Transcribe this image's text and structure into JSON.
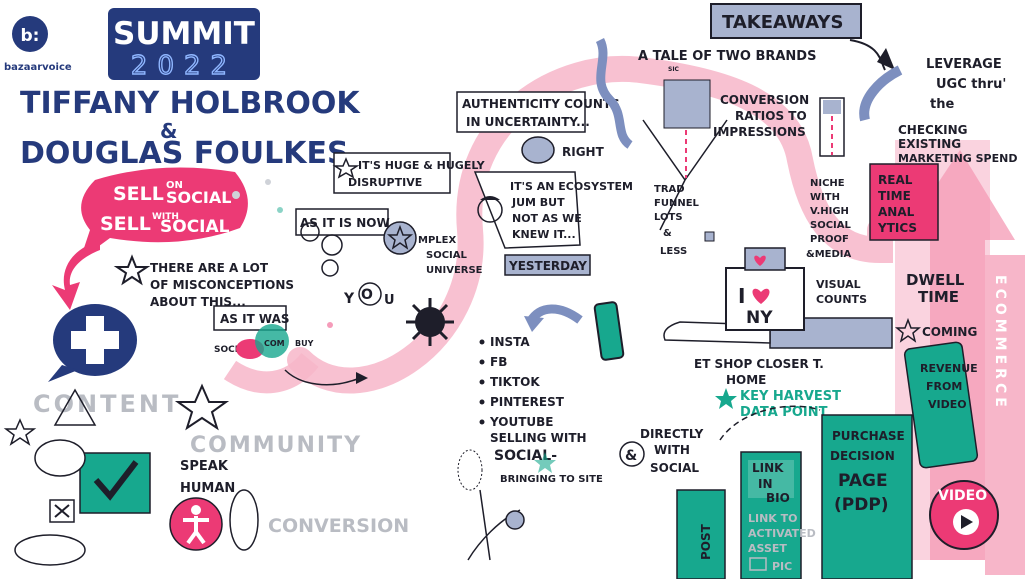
{
  "brand": {
    "logo_letter": "b:",
    "name": "bazaarvoice"
  },
  "badge": {
    "title": "SUMMIT",
    "year": "2022"
  },
  "speakers": {
    "first": "TIFFANY HOLBROOK",
    "amp": "&",
    "second": "DOUGLAS FOULKES"
  },
  "bubble": {
    "line1": "SELL",
    "on": "ON",
    "social1": "SOCIAL",
    "line2": "SELL",
    "with": "WITH",
    "social2": "SOCIAL"
  },
  "misconceptions": [
    "THERE ARE A LOT",
    "OF MISCONCEPTIONS",
    "ABOUT THIS..."
  ],
  "as_it_was": {
    "label": "AS IT WAS",
    "social": "SOCIAL",
    "com": "COM",
    "buy": "BUY"
  },
  "as_it_is": {
    "label": "AS IT IS NOW...",
    "complex": "MPLEX",
    "social": "SOCIAL",
    "universe": "UNIVERSE",
    "you": "Y",
    "o": "O",
    "u": "U"
  },
  "huge": [
    "IT'S HUGE & HUGELY",
    "DISRUPTIVE"
  ],
  "authenticity": [
    "AUTHENTICITY COUNTS",
    "IN UNCERTAINTY..."
  ],
  "right": "RIGHT",
  "ecosystem": [
    "IT'S AN ECOSYSTEM",
    "JUM BUT",
    "NOT AS WE",
    "KNEW IT..."
  ],
  "yesterday": "YESTERDAY",
  "tale": {
    "title": "A TALE OF TWO BRANDS",
    "sic": "SIC"
  },
  "conversion": [
    "CONVERSION",
    "RATIOS TO",
    "IMPRESSIONS"
  ],
  "trad": [
    "TRAD",
    "FUNNEL",
    "LOTS",
    "&",
    "LESS"
  ],
  "niche": [
    "NICHE",
    "WITH",
    "V.HIGH",
    "SOCIAL",
    "PROOF",
    "&MEDIA"
  ],
  "visual": [
    "VISUAL",
    "COUNTS"
  ],
  "ny": {
    "i": "I",
    "ny": "NY"
  },
  "platforms": [
    "INSTA",
    "FB",
    "TIKTOK",
    "PINTEREST",
    "YOUTUBE"
  ],
  "shop": [
    "ET SHOP CLOSER T.",
    "HOME"
  ],
  "key_harvest": [
    "KEY HARVEST",
    "DATA POINT"
  ],
  "selling": [
    "SELLING WITH",
    "SOCIAL-",
    "BRINGING TO SITE"
  ],
  "directly": {
    "amp": "&",
    "lines": [
      "DIRECTLY",
      "WITH",
      "SOCIAL"
    ]
  },
  "post": "POST",
  "link_in_bio": [
    "LINK",
    "IN",
    "BIO"
  ],
  "link_to": [
    "LINK TO",
    "ACTIVATED",
    "ASSET"
  ],
  "pic": "PIC",
  "pdp": [
    "PURCHASE",
    "DECISION",
    "PAGE",
    "(PDP)"
  ],
  "takeaways": "TAKEAWAYS",
  "leverage": [
    "LEVERAGE",
    "UGC thru'",
    "the"
  ],
  "checking": [
    "CHECKING",
    "EXISTING",
    "MARKETING SPEND"
  ],
  "realtime": [
    "REAL",
    "TIME",
    "ANAL",
    "YTICS"
  ],
  "dwell": [
    "DWELL",
    "TIME"
  ],
  "coming": "COMING",
  "revenue": [
    "REVENUE",
    "FROM",
    "VIDEO"
  ],
  "ecommerce": "ECOMMERCE",
  "video": "VIDEO",
  "ghost_words": {
    "content": "CONTENT",
    "community": "COMMUNITY",
    "conversion": "CONVERSION"
  },
  "speak_human": [
    "SPEAK",
    "HUMAN"
  ],
  "colors": {
    "navy": "#253a7c",
    "pink": "#ec3a75",
    "light_pink": "#f7b6c9",
    "teal": "#17a88e",
    "grey_blue": "#a8b3cf",
    "ink": "#1e1e2a"
  },
  "icons": [
    "bazaarvoice-logo",
    "star-icon",
    "cross-bubble-icon",
    "check-bubble-icon",
    "heart-icon",
    "virus-icon",
    "play-icon",
    "person-icon",
    "phone-icon",
    "pointing-hand-icon"
  ]
}
